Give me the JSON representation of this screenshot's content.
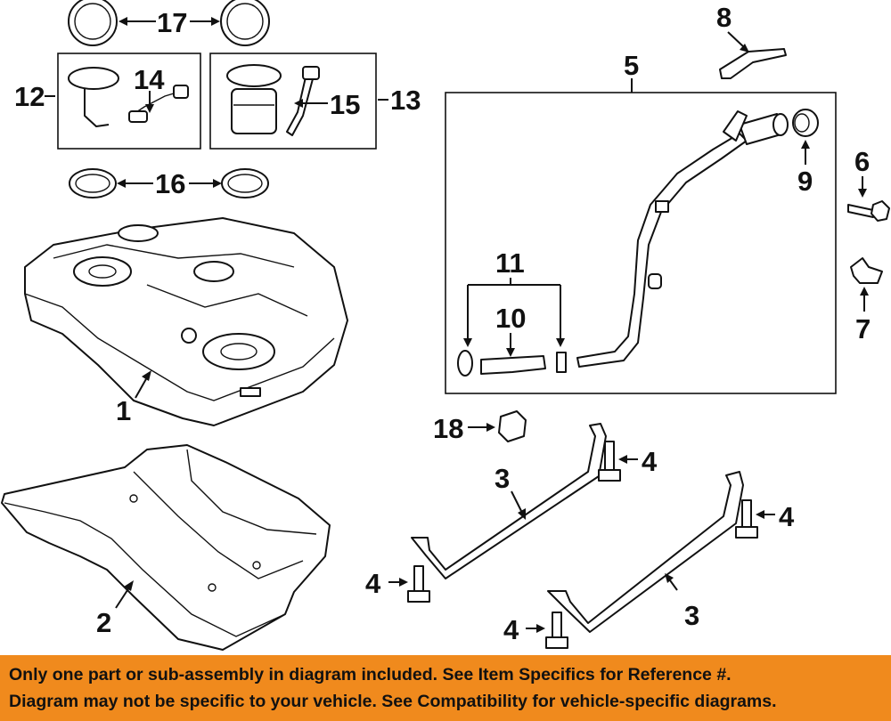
{
  "callouts": {
    "c1": "1",
    "c2": "2",
    "c3a": "3",
    "c3b": "3",
    "c4a": "4",
    "c4b": "4",
    "c4c": "4",
    "c4d": "4",
    "c5": "5",
    "c6": "6",
    "c7": "7",
    "c8": "8",
    "c9": "9",
    "c10": "10",
    "c11": "11",
    "c12": "12",
    "c13": "13",
    "c14": "14",
    "c15": "15",
    "c16": "16",
    "c17": "17",
    "c18": "18"
  },
  "footer": {
    "line1": "Only one part or sub-assembly in diagram included. See Item Specifics for Reference #.",
    "line2": "Diagram may not be specific to your vehicle. See Compatibility for vehicle-specific diagrams."
  },
  "colors": {
    "footer_background": "#f08a1d",
    "line_art": "#111111"
  }
}
